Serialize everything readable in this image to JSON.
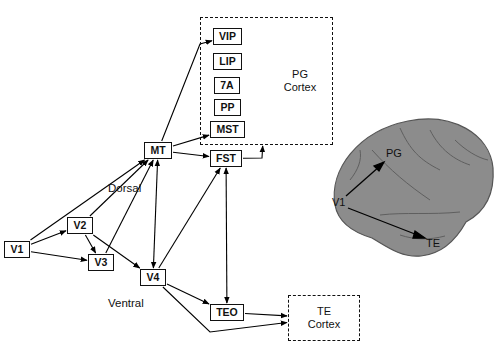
{
  "diagram": {
    "nodes": [
      {
        "text": [
          "PG Cortex"
        ]
      },
      {
        "text": [
          "VIP"
        ],
        "in": 0
      },
      {
        "text": [
          "LIP"
        ],
        "in": 0
      },
      {
        "text": [
          "7A"
        ],
        "in": 0
      },
      {
        "text": [
          "PP"
        ],
        "in": 0
      },
      {
        "text": [
          "MST"
        ],
        "in": 0
      },
      {
        "text": [
          "MT"
        ]
      },
      {
        "text": [
          "FST"
        ]
      },
      {
        "text": [
          "V1"
        ]
      },
      {
        "text": [
          "V2"
        ]
      },
      {
        "text": [
          "V3"
        ]
      },
      {
        "text": [
          "V4"
        ]
      },
      {
        "text": [
          "TEO"
        ]
      },
      {
        "text": [
          "TE Cortex"
        ]
      }
    ],
    "edges": [
      {
        "from": 8,
        "to": 9,
        "arrow": "to"
      },
      {
        "from": 8,
        "to": 6,
        "arrow": "to"
      },
      {
        "from": 8,
        "to": 10,
        "arrow": "to"
      },
      {
        "from": 9,
        "to": 10,
        "arrow": "to"
      },
      {
        "from": 9,
        "to": 6,
        "arrow": "to"
      },
      {
        "from": 9,
        "to": 11,
        "arrow": "to"
      },
      {
        "from": 10,
        "to": 6,
        "arrow": "to"
      },
      {
        "from": 6,
        "to": 1,
        "arrow": "to"
      },
      {
        "from": 6,
        "to": 5,
        "arrow": "to"
      },
      {
        "from": 6,
        "to": 7,
        "arrow": "to"
      },
      {
        "from": 6,
        "to": 11,
        "arrow": "both"
      },
      {
        "from": 11,
        "to": 7,
        "arrow": "to"
      },
      {
        "from": 11,
        "to": 12,
        "arrow": "to"
      },
      {
        "from": 11,
        "to": 13,
        "arrow": "to"
      },
      {
        "from": 7,
        "to": 0,
        "arrow": "to"
      },
      {
        "from": 7,
        "to": 12,
        "arrow": "both"
      },
      {
        "from": 12,
        "to": 13,
        "arrow": "to"
      }
    ],
    "labels": [
      "Dorsal",
      "Ventral",
      "PG",
      "V1",
      "TE"
    ]
  }
}
